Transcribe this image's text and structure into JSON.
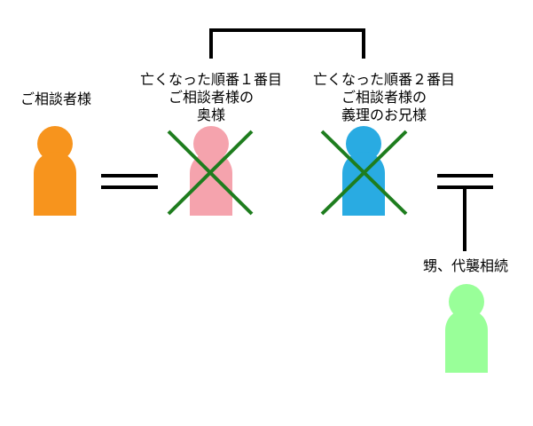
{
  "labels": {
    "client": "ご相談者様",
    "wife_line1": "亡くなった順番１番目",
    "wife_line2": "ご相談者様の",
    "wife_line3": "奥様",
    "brother_line1": "亡くなった順番２番目",
    "brother_line2": "ご相談者様の",
    "brother_line3": "義理のお兄様",
    "nephew": "甥、代襲相続"
  },
  "figures": {
    "client": {
      "color": "#f7941d",
      "deceased": false
    },
    "wife": {
      "color": "#f5a3ad",
      "deceased": true
    },
    "brother": {
      "color": "#29abe2",
      "deceased": true
    },
    "nephew": {
      "color": "#99ff99",
      "deceased": false
    }
  },
  "colors": {
    "line": "#000000",
    "cross": "#1e7d1e"
  }
}
